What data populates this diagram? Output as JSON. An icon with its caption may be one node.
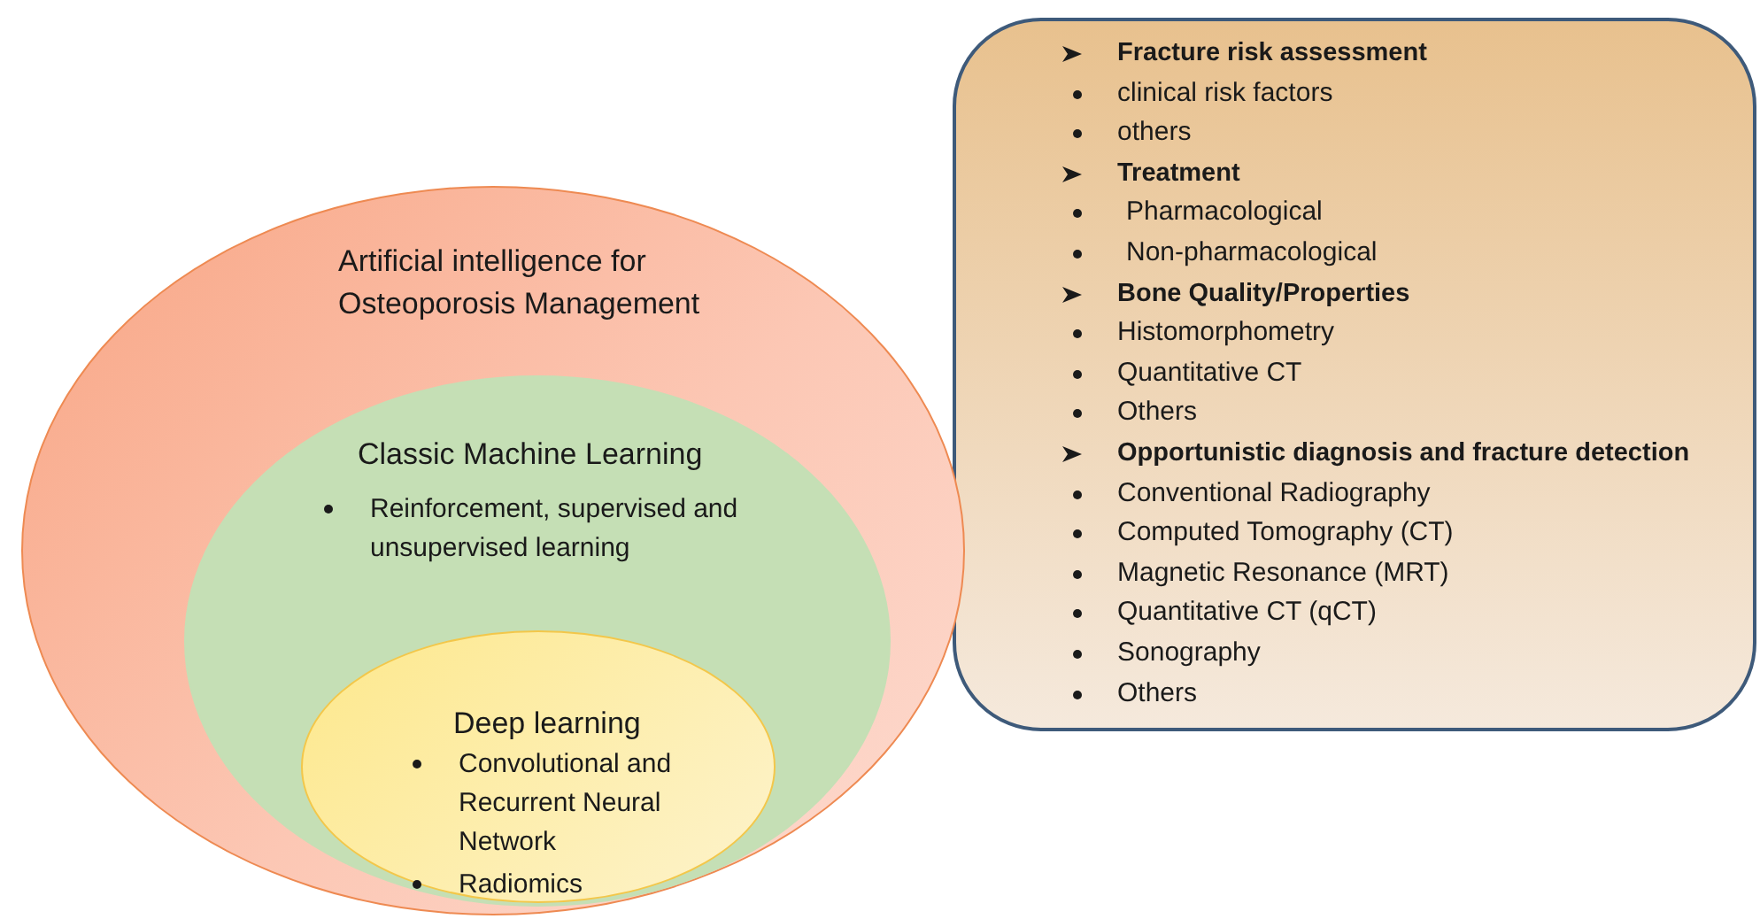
{
  "diagram": {
    "nodes": [
      {
        "text": [
          "Artificial intelligence for Osteoporosis Management"
        ]
      },
      {
        "text": [
          "Classic Machine Learning",
          "Reinforcement, supervised and unsupervised learning"
        ],
        "in": 0
      },
      {
        "text": [
          "Deep learning",
          "Convolutional and Recurrent Neural Network",
          "Radiomics"
        ],
        "in": 1
      },
      {
        "text": [
          "Fracture risk assessment",
          "clinical risk factors",
          "others",
          "Treatment",
          "Pharmacological",
          "Non-pharmacological",
          "Bone Quality/Properties",
          "Histomorphometry",
          "Quantitative CT",
          "Others",
          "Opportunistic diagnosis and fracture detection",
          "Conventional Radiography",
          "Computed Tomography (CT)",
          "Magnetic Resonance (MRT)",
          "Quantitative CT (qCT)",
          "Sonography",
          "Others"
        ]
      }
    ]
  }
}
